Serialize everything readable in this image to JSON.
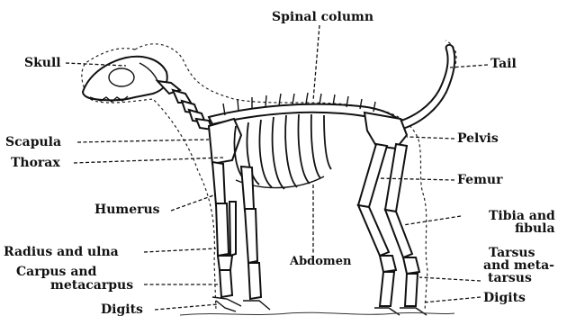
{
  "labels": {
    "spinal_column": "Spinal column",
    "skull": "Skull",
    "tail": "Tail",
    "scapula": "Scapula",
    "thorax": "Thorax",
    "pelvis": "Pelvis",
    "femur": "Femur",
    "humerus": "Humerus",
    "tibia_fibula_1": "Tibia and",
    "tibia_fibula_2": "fibula",
    "radius_ulna": "Radius and ulna",
    "tarsus_1": "Tarsus",
    "tarsus_2": "and meta-",
    "tarsus_3": "tarsus",
    "abdomen": "Abdomen",
    "carpus_1": "Carpus and",
    "carpus_2": "metacarpus",
    "digits_hind": "Digits",
    "digits_fore": "Digits"
  },
  "colors": {
    "ink": "#111111",
    "background": "#ffffff"
  }
}
